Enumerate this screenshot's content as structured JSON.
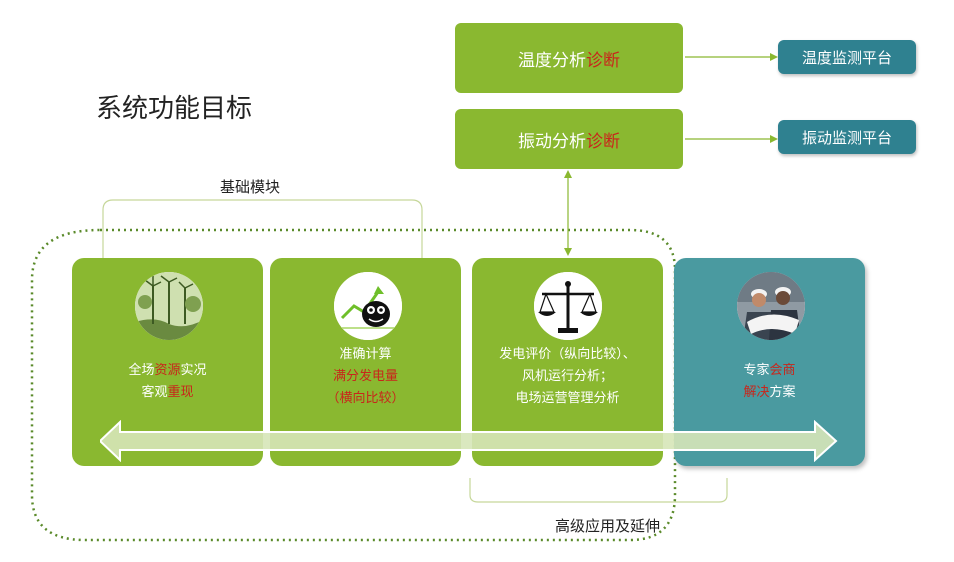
{
  "title": "系统功能目标",
  "top_boxes": [
    {
      "pre": "温度分析",
      "hl": "诊断"
    },
    {
      "pre": "振动分析",
      "hl": "诊断"
    }
  ],
  "platforms": [
    "温度监测平台",
    "振动监测平台"
  ],
  "basic_label": "基础模块",
  "advanced_label": "高级应用及延伸",
  "cards": [
    {
      "lines": [
        [
          {
            "t": "全场",
            "r": false
          },
          {
            "t": "资源",
            "r": true
          },
          {
            "t": "实况",
            "r": false
          }
        ],
        [
          {
            "t": "客观",
            "r": false
          },
          {
            "t": "重现",
            "r": true
          }
        ]
      ]
    },
    {
      "lines": [
        [
          {
            "t": "准确计算",
            "r": false
          }
        ],
        [
          {
            "t": "满分发电量",
            "r": true
          }
        ],
        [
          {
            "t": "（横向比较）",
            "r": true
          }
        ]
      ]
    },
    {
      "lines": [
        [
          {
            "t": "发电评价（纵向比较）、",
            "r": false
          }
        ],
        [
          {
            "t": "风机运行分析；",
            "r": false
          }
        ],
        [
          {
            "t": "电场运营管理分析",
            "r": false
          }
        ]
      ]
    },
    {
      "lines": [
        [
          {
            "t": "专家",
            "r": false
          },
          {
            "t": "会商",
            "r": true
          }
        ],
        [
          {
            "t": "解决",
            "r": true
          },
          {
            "t": "方案",
            "r": false
          }
        ]
      ]
    }
  ],
  "icons": [
    "wind-forest-icon",
    "growth-chart-mascot-icon",
    "balance-scale-icon",
    "experts-photo-icon"
  ],
  "colors": {
    "green": "#8ab830",
    "teal": "#4a9aa0",
    "platform": "#2f8190",
    "highlight": "#c8261b"
  }
}
